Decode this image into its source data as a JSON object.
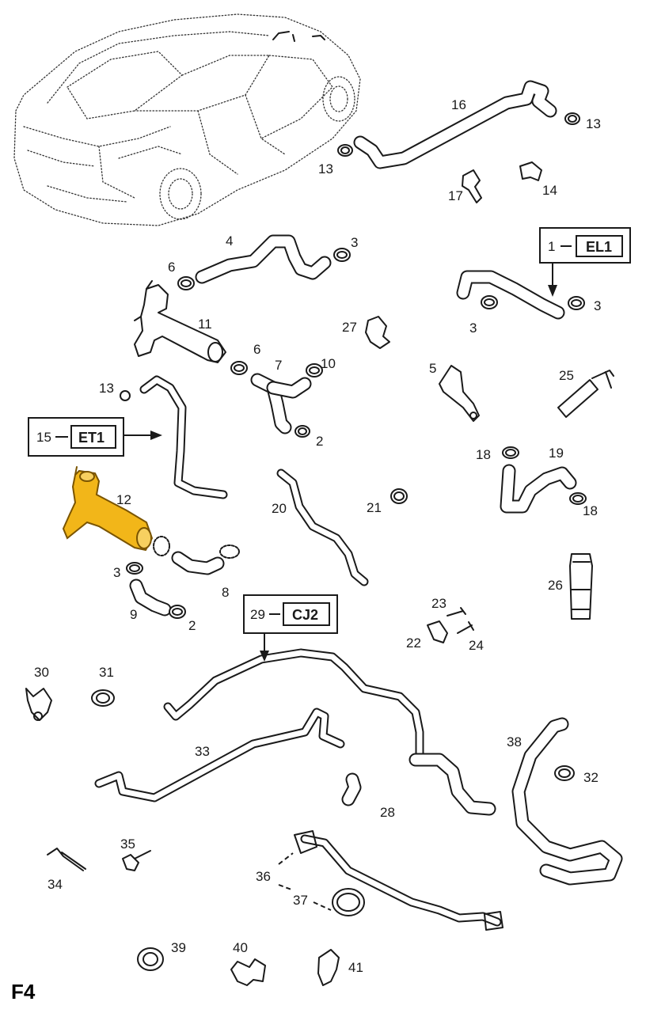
{
  "figure_label": "F4",
  "callouts": {
    "c16": "16",
    "c13a": "13",
    "c13b": "13",
    "c17": "17",
    "c14": "14",
    "c4": "4",
    "c3a": "3",
    "c6a": "6",
    "c11": "11",
    "c27": "27",
    "c3b": "3",
    "c3c": "3",
    "c6b": "6",
    "c7": "7",
    "c10": "10",
    "c5": "5",
    "c25": "25",
    "c13c": "13",
    "c2a": "2",
    "c18a": "18",
    "c19": "19",
    "c18b": "18",
    "c12": "12",
    "c20": "20",
    "c21": "21",
    "c3d": "3",
    "c8": "8",
    "c9": "9",
    "c2b": "2",
    "c26": "26",
    "c23": "23",
    "c22": "22",
    "c24": "24",
    "c30": "30",
    "c31": "31",
    "c33": "33",
    "c38": "38",
    "c32": "32",
    "c28": "28",
    "c35": "35",
    "c34": "34",
    "c36": "36",
    "c37": "37",
    "c39": "39",
    "c40": "40",
    "c41": "41"
  },
  "boxes": {
    "el1": {
      "number": "1",
      "code": "EL1"
    },
    "et1": {
      "number": "15",
      "code": "ET1"
    },
    "cj2": {
      "number": "29",
      "code": "CJ2"
    }
  },
  "colors": {
    "highlight": "#f2b619",
    "line": "#1a1a1a"
  }
}
